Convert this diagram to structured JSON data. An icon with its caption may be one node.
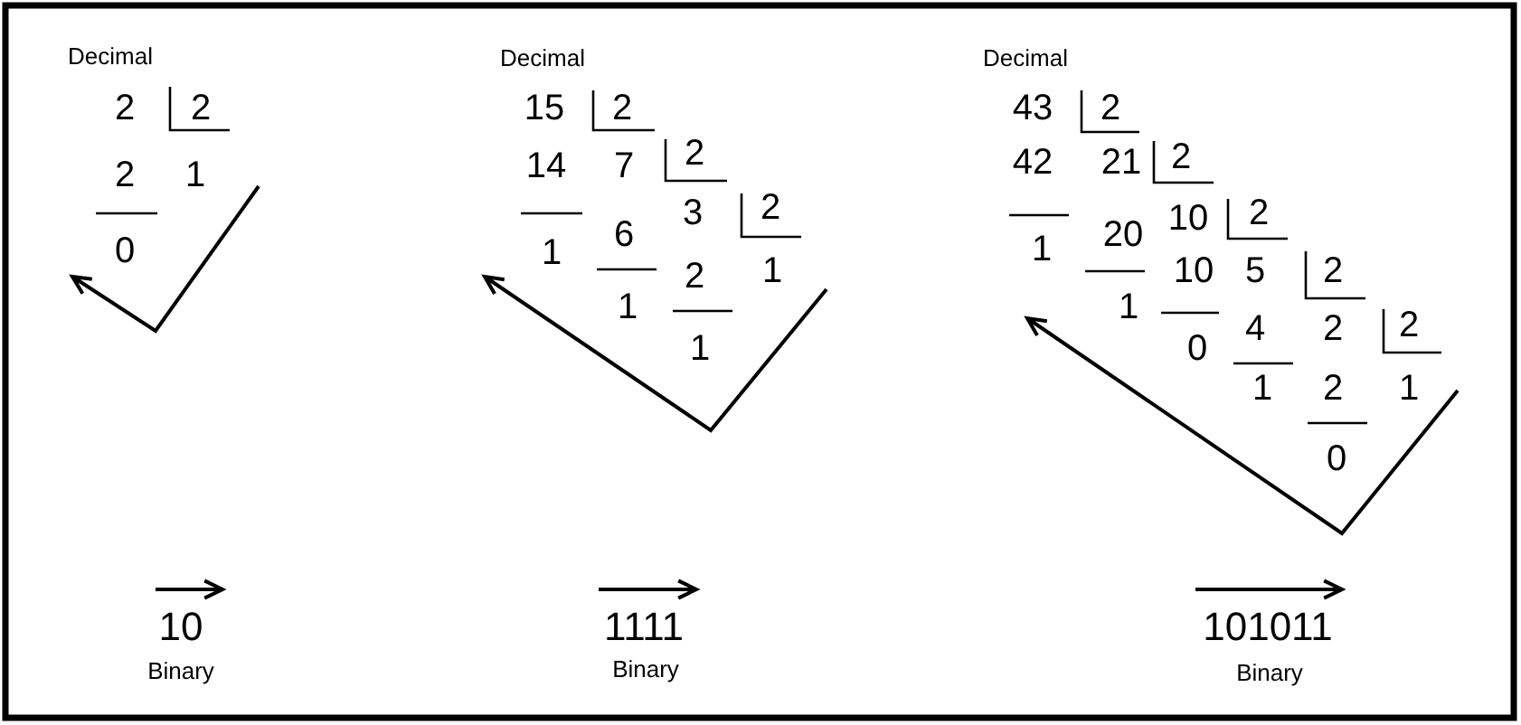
{
  "diagram": {
    "labels": [
      "Decimal",
      "2",
      "2",
      "2",
      "1",
      "0",
      "10",
      "Binary",
      "Decimal",
      "15",
      "2",
      "14",
      "7",
      "2",
      "6",
      "3",
      "2",
      "1",
      "2",
      "1",
      "1",
      "1",
      "1111",
      "Binary",
      "Decimal",
      "43",
      "2",
      "42",
      "21",
      "2",
      "20",
      "10",
      "2",
      "1",
      "10",
      "5",
      "2",
      "1",
      "4",
      "2",
      "2",
      "0",
      "1",
      "2",
      "1",
      "0",
      "101011",
      "Binary"
    ]
  }
}
